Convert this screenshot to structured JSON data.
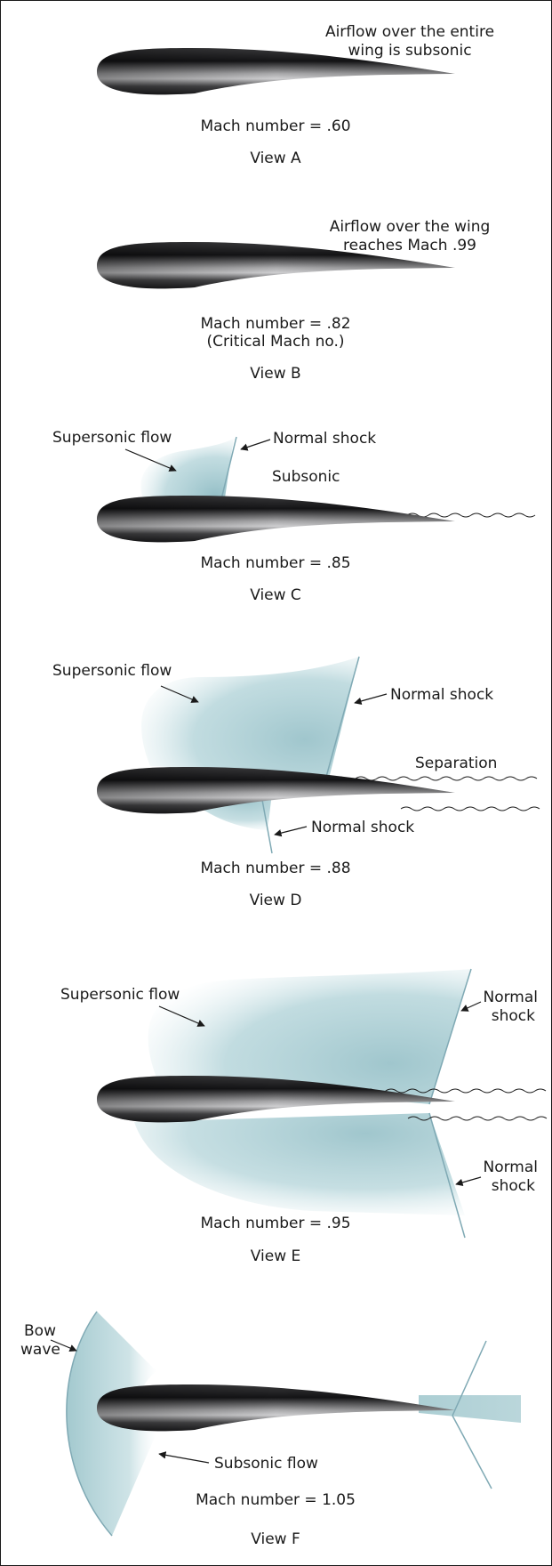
{
  "views": {
    "a": {
      "note_line1": "Airflow over the entire",
      "note_line2": "wing is subsonic",
      "mach": "Mach number = .60",
      "title": "View A"
    },
    "b": {
      "note_line1": "Airflow over the wing",
      "note_line2": "reaches Mach .99",
      "mach": "Mach number = .82",
      "critical": "(Critical Mach no.)",
      "title": "View B"
    },
    "c": {
      "supersonic": "Supersonic flow",
      "shock": "Normal shock",
      "subsonic": "Subsonic",
      "mach": "Mach number = .85",
      "title": "View C"
    },
    "d": {
      "supersonic": "Supersonic flow",
      "shock_upper": "Normal shock",
      "separation": "Separation",
      "shock_lower": "Normal shock",
      "mach": "Mach number = .88",
      "title": "View D"
    },
    "e": {
      "supersonic": "Supersonic flow",
      "shock_upper_line1": "Normal",
      "shock_upper_line2": "shock",
      "shock_lower_line1": "Normal",
      "shock_lower_line2": "shock",
      "mach": "Mach number = .95",
      "title": "View E"
    },
    "f": {
      "bow_line1": "Bow",
      "bow_line2": "wave",
      "subsonic": "Subsonic flow",
      "mach": "Mach number = 1.05",
      "title": "View F"
    }
  },
  "colors": {
    "wing_dark": "#1b1b1d",
    "wing_highlight": "#c7c7c9",
    "flow_region": "#9ec6cc",
    "shock_line": "#7fa9b4",
    "text": "#1a1a1a"
  }
}
